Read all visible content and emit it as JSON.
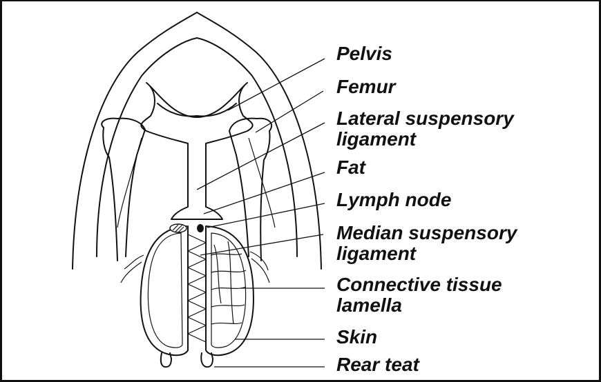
{
  "labels": {
    "pelvis": "Pelvis",
    "femur": "Femur",
    "lateral_line1": "Lateral suspensory",
    "lateral_line2": "ligament",
    "fat": "Fat",
    "lymph_node": "Lymph node",
    "median_line1": "Median suspensory",
    "median_line2": "ligament",
    "connective_line1": "Connective tissue",
    "connective_line2": "lamella",
    "skin": "Skin",
    "rear_teat": "Rear teat"
  }
}
